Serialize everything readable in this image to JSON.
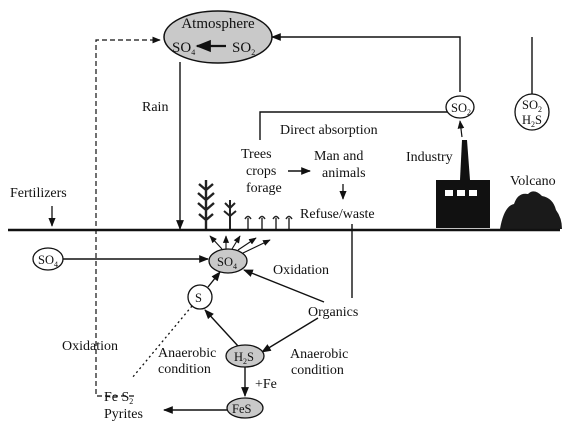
{
  "atmosphere": {
    "title": "Atmosphere",
    "so4": "SO",
    "so4_sub": "4",
    "so2": "SO",
    "so2_sub": "2"
  },
  "labels": {
    "rain": "Rain",
    "direct_absorption": "Direct absorption",
    "trees_crops_forage": [
      "Trees",
      "crops",
      "forage"
    ],
    "man_and_animals": [
      "Man and",
      "animals"
    ],
    "refuse_waste": "Refuse/waste",
    "industry": "Industry",
    "volcano": "Volcano",
    "fertilizers": "Fertilizers",
    "oxidation_right": "Oxidation",
    "organics": "Organics",
    "oxidation_left": "Oxidation",
    "anaerobic_left": [
      "Anaerobic",
      "condition"
    ],
    "anaerobic_right": [
      "Anaerobic",
      "condition"
    ],
    "plus_fe": "+Fe",
    "fes2": [
      "Fe S",
      "2"
    ],
    "pyrites": "Pyrites"
  },
  "nodes": {
    "so2_industry": {
      "base": "SO",
      "sub": "2"
    },
    "volcano_gas": {
      "line1": "SO",
      "line1_sub": "2",
      "line2": "H",
      "line2_sub": "2",
      "line2_tail": "S"
    },
    "so4_soil": {
      "base": "SO",
      "sub": "4"
    },
    "so4_center": {
      "base": "SO",
      "sub": "4"
    },
    "s": {
      "base": "S"
    },
    "h2s": {
      "base": "H",
      "sub": "2",
      "tail": "S"
    },
    "fes": {
      "base": "FeS"
    }
  }
}
